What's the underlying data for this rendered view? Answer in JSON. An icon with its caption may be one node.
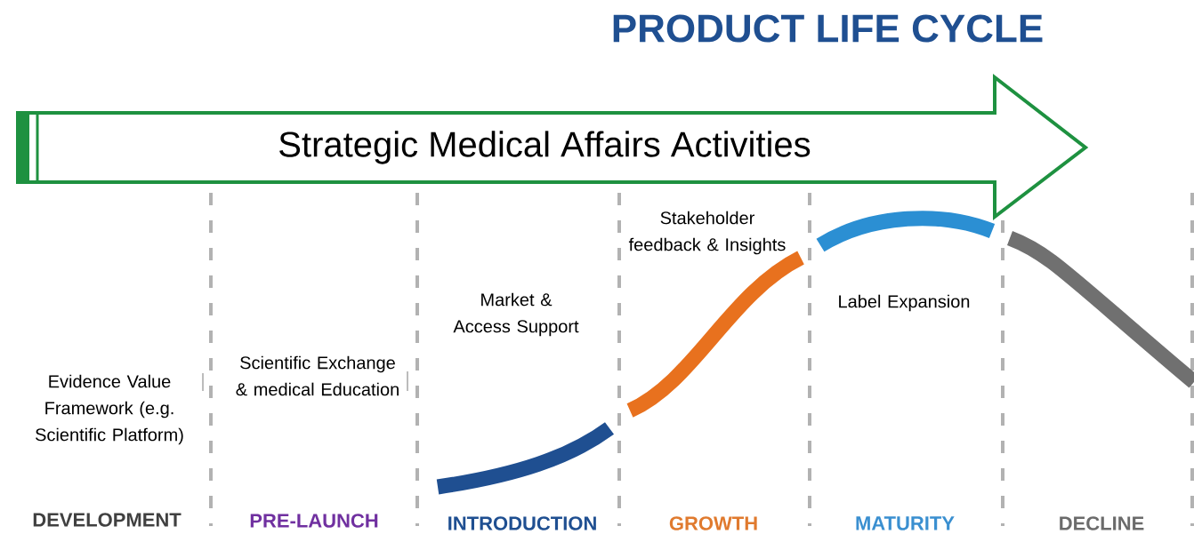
{
  "diagram": {
    "title": "PRODUCT LIFE CYCLE",
    "nodes": [
      {
        "text": [
          "Strategic Medical Affairs Activities"
        ]
      }
    ],
    "edges": [],
    "labels": [
      "Stakeholder feedback & Insights",
      "Label Expansion",
      "Market & Access Support",
      "Scientific Exchange & medical Education",
      "Evidence Value Framework (e.g. Scientific Platform)",
      "DEVELOPMENT",
      "PRE-LAUNCH",
      "INTRODUCTION",
      "GROWTH",
      "MATURITY",
      "DECLINE"
    ]
  }
}
